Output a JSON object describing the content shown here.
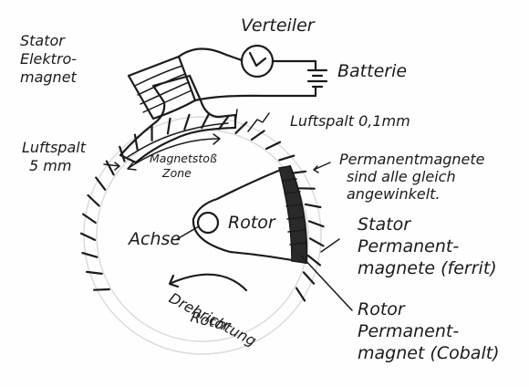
{
  "labels": {
    "verteiler": "Verteiler",
    "stator_elektromagnet": [
      "Stator",
      "Elektro-",
      "magnet"
    ],
    "batterie": "Batterie",
    "luftspalt_small": "Luftspalt 0,1mm",
    "luftspalt_large": [
      "Luftspalt",
      "5 mm"
    ],
    "magnetstoss_zone": [
      "Magnetstoß",
      "Zone"
    ],
    "permanentmagnete": [
      "Permanentmagnete",
      "sind alle gleich",
      "angewinkelt."
    ],
    "achse": "Achse",
    "rotor": "Rotor",
    "stator_permanentmagnete": [
      "Stator",
      "Permanent-",
      "magnete (ferrit)"
    ],
    "drehrichtung_rotor": [
      "Drehrichtung",
      "Rotor"
    ],
    "rotor_permanentmagnet": [
      "Rotor",
      "Permanent-",
      "magnet (Cobalt)"
    ]
  },
  "colors": {
    "ink": "#1b1b1b",
    "paper": "#fdfefd",
    "pencil": "#d8dad8"
  }
}
